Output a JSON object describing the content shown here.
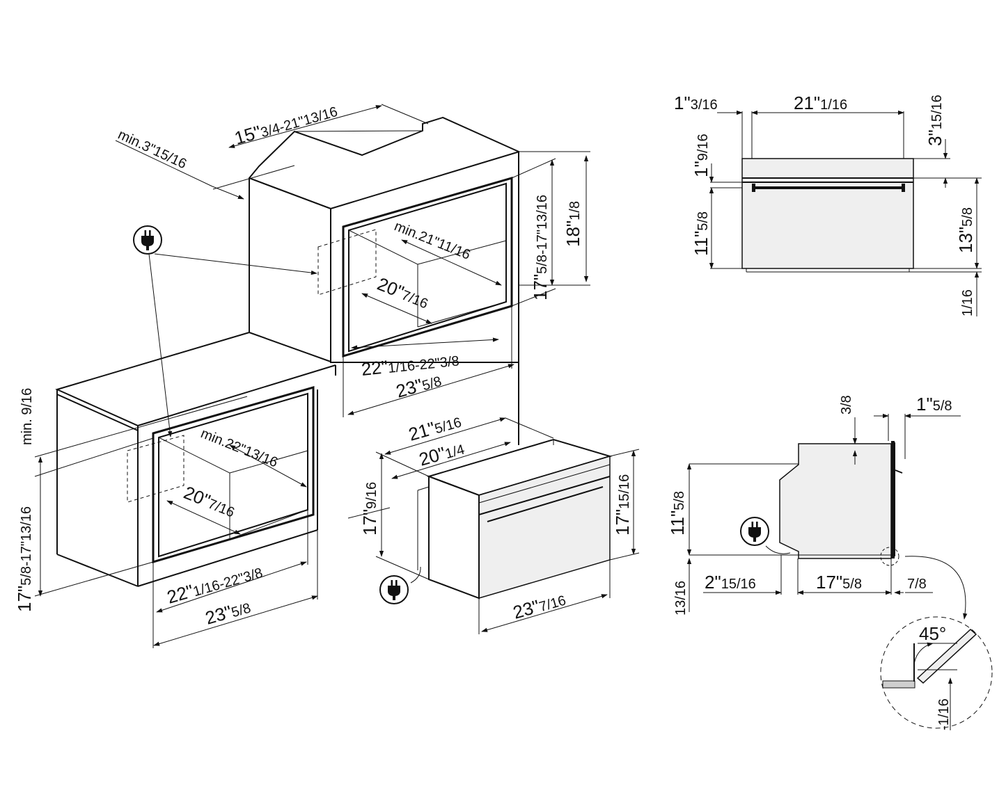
{
  "colors": {
    "line": "#111111",
    "panel_fill": "#efefef",
    "background": "#ffffff"
  },
  "icons": {
    "plug": "plug-icon"
  },
  "labels": {
    "top_depth_range": {
      "a": "15\"",
      "b": "3/4-21\"",
      "c": "13/16"
    },
    "top_min_side": {
      "a": "min.3\"",
      "b": "15/16"
    },
    "top_height_range": {
      "a": "17\"",
      "b": "5/8-17\"",
      "c": "13/16"
    },
    "top_height": {
      "a": "18\"",
      "b": "1/8"
    },
    "top_min_depth": {
      "a": "min.21\"",
      "b": "11/16"
    },
    "top_inner_depth": {
      "a": "20\"",
      "b": "7/16"
    },
    "top_width_range": {
      "a": "22\"",
      "b": "1/16-22\"",
      "c": "3/8"
    },
    "top_width": {
      "a": "23\"",
      "b": "5/8"
    },
    "low_min_top": {
      "a": "min. 9/16"
    },
    "low_height_range": {
      "a": "17\"",
      "b": "5/8-17\"",
      "c": "13/16"
    },
    "low_min_depth": {
      "a": "min.22\"",
      "b": "13/16"
    },
    "low_inner_depth": {
      "a": "20\"",
      "b": "7/16"
    },
    "low_width_range": {
      "a": "22\"",
      "b": "1/16-22\"",
      "c": "3/8"
    },
    "low_width": {
      "a": "23\"",
      "b": "5/8"
    },
    "oven_depth_total": {
      "a": "21\"",
      "b": "5/16"
    },
    "oven_depth_body": {
      "a": "20\"",
      "b": "1/4"
    },
    "oven_body_height": {
      "a": "17\"",
      "b": "9/16"
    },
    "oven_front_height": {
      "a": "17\"",
      "b": "15/16"
    },
    "oven_front_width": {
      "a": "23\"",
      "b": "7/16"
    },
    "front_left_gap": {
      "a": "1\"",
      "b": "3/16"
    },
    "front_width": {
      "a": "21\"",
      "b": "1/16"
    },
    "front_top_gap": {
      "a": "3\"",
      "b": "15/16"
    },
    "front_handle": {
      "a": "1\"",
      "b": "9/16"
    },
    "front_lower": {
      "a": "11\"",
      "b": "5/8"
    },
    "front_total": {
      "a": "13\"",
      "b": "5/8"
    },
    "front_bottom": {
      "a": "1/16"
    },
    "side_top": {
      "a": "3/8"
    },
    "side_front": {
      "a": "1\"",
      "b": "5/8"
    },
    "side_height": {
      "a": "11\"",
      "b": "5/8"
    },
    "side_bottom": {
      "a": "13/16"
    },
    "side_back": {
      "a": "2\"",
      "b": "15/16"
    },
    "side_depth": {
      "a": "17\"",
      "b": "5/8"
    },
    "side_door": {
      "a": "7/8"
    },
    "detail_angle": {
      "a": "45°"
    },
    "detail_offset": {
      "a": "-1/16"
    }
  }
}
